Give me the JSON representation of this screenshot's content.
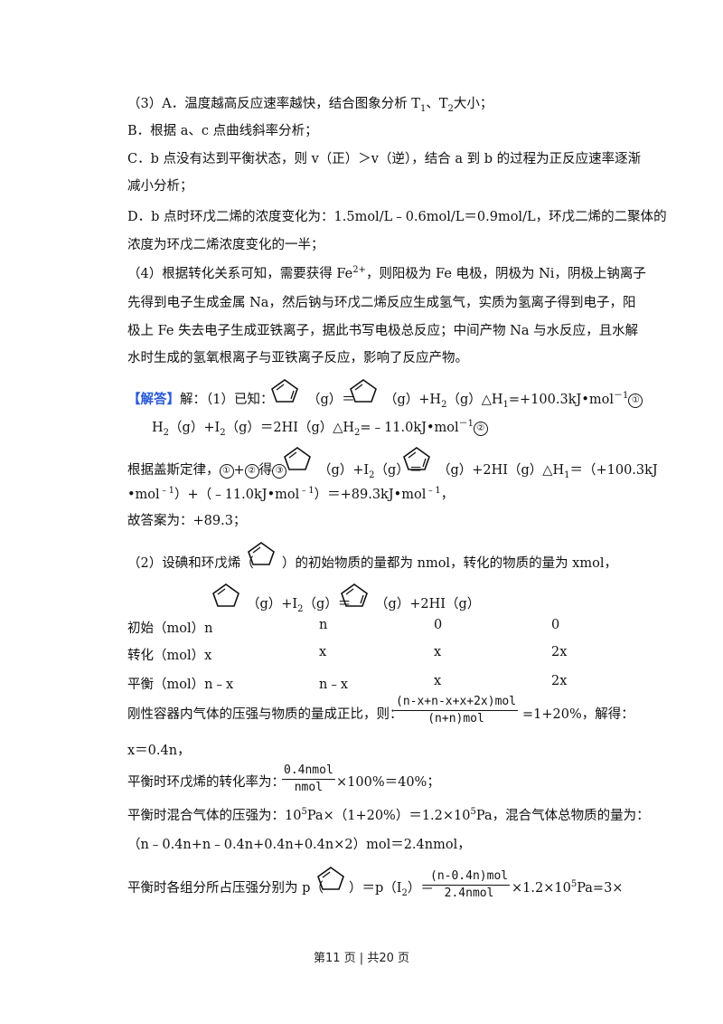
{
  "p3": {
    "A_pre": "（3）A．温度越高反应速率越快，结合图象分析 T",
    "A_mid": "、T",
    "A_post": "大小；",
    "B": "B．根据 a、c 点曲线斜率分析；",
    "C1": "C．b 点没有达到平衡状态，则 v（正）＞v（逆），结合 a 到 b 的过程为正反应速率逐渐",
    "C2": "减小分析；",
    "D1": "D．b 点时环戊二烯的浓度变化为：1.5mol/L﹣0.6mol/L＝0.9mol/L，环戊二烯的二聚体的",
    "D2": "浓度为环戊二烯浓度变化的一半；"
  },
  "p4": {
    "l1_pre": "（4）根据转化关系可知，需要获得 Fe",
    "l1_sup": "2+",
    "l1_post": "，则阳极为 Fe 电极，阴极为 Ni，阴极上钠离子",
    "l2": "先得到电子生成金属 Na，然后钠与环戊二烯反应生成氢气，实质为氢离子得到电子，阳",
    "l3": "极上 Fe 失去电子生成亚铁离子，据此书写电极总反应；中间产物 Na 与水反应，且水解",
    "l4": "水时生成的氢氧根离子与亚铁离子反应，影响了反应产物。"
  },
  "ans": {
    "tag": "【解答】",
    "intro": "解：（1）已知：",
    "g": "（g）＝",
    "eq1_post": "（g）+H",
    "eq1_tail": "（g）△H",
    "eq1_val": "=+100.3kJ•mol",
    "c1": "①",
    "eq2": "H",
    "eq2_a": "（g）+I",
    "eq2_b": "（g）＝2HI（g）△H",
    "eq2_val": "=﹣11.0kJ•mol",
    "c2": "②",
    "hess_pre": "根据盖斯定律，",
    "hess_plus": "+",
    "hess_de": "得",
    "c3": "③",
    "hess_g1": "（g）+I",
    "hess_g2": "（g）＝",
    "hess_g3": "（g）+2HI（g）△H",
    "hess_val": "＝（+100.3kJ",
    "hess_l2": "•mol",
    "hess_l2b": "）+（﹣11.0kJ•mol",
    "hess_l2c": "）＝+89.3kJ•mol",
    "hess_l2d": "，",
    "ans1": "故答案为：+89.3；",
    "p2_pre": "（2）设碘和环戊烯（",
    "p2_post": "）的初始物质的量都为 nmol，转化的物质的量为 xmol，",
    "rxn_a": "（g）+I",
    "rxn_b": "（g）＝",
    "rxn_c": "（g）+2HI（g）",
    "table": [
      [
        "初始（mol）n",
        "n",
        "0",
        "0"
      ],
      [
        "转化（mol）x",
        "x",
        "x",
        "2x"
      ],
      [
        "平衡（mol）n﹣x",
        "n﹣x",
        "x",
        "2x"
      ]
    ],
    "press_pre": "刚性容器内气体的压强与物质的量成正比，则：",
    "press_num": "(n-x+n-x+x+2x)mol",
    "press_den": "(n+n)mol",
    "press_post": "=1+20%，解得：",
    "x_val": "x＝0.4n，",
    "conv_pre": "平衡时环戊烯的转化率为：",
    "conv_num": "0.4nmol",
    "conv_den": "nmol",
    "conv_post": "×100%＝40%；",
    "mix_pre": "平衡时混合气体的压强为：10",
    "mix_a": "Pa×（1+20%）＝1.2×10",
    "mix_b": "Pa，混合气体总物质的量为：",
    "sup5": "5",
    "mix_l2": "（n﹣0.4n+n﹣0.4n+0.4n+0.4n×2）mol＝2.4nmol，",
    "part_pre": "平衡时各组分所占压强分别为 p（",
    "part_mid": "）＝p（I",
    "part_mid2": "）＝",
    "part_num": "(n-0.4n)mol",
    "part_den": "2.4nmol",
    "part_post": "×1.2×10",
    "part_tail": "Pa=3×",
    "sub1": "1",
    "sub2": "2",
    "sup_m1": "﹣1",
    "sup_m1b": "－1"
  },
  "footer": {
    "text": "第11 页  |  共20 页"
  }
}
